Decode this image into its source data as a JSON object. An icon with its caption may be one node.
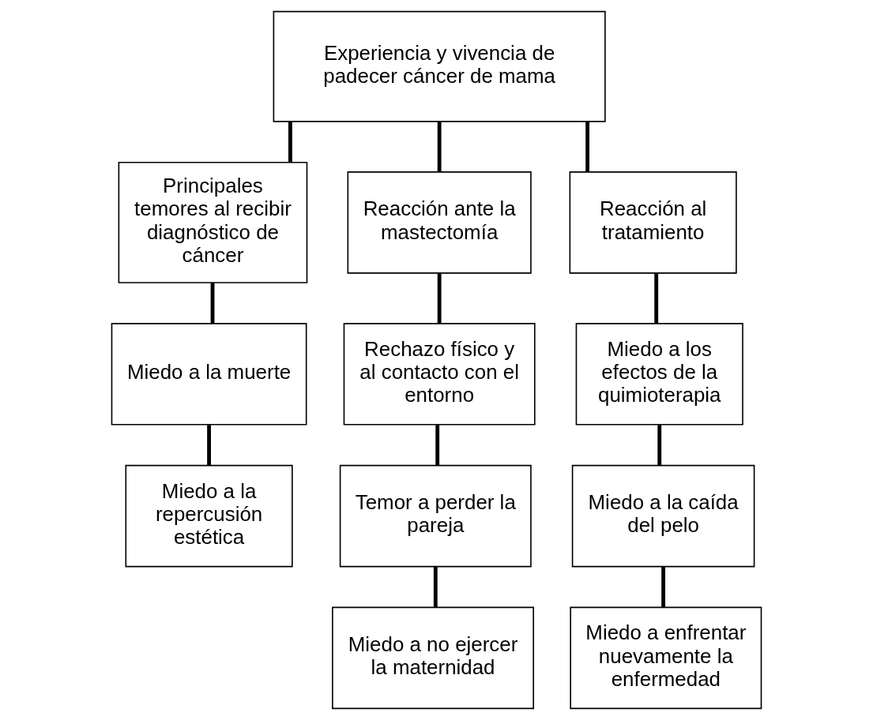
{
  "diagram": {
    "nodes": [
      {
        "text": [
          "Experiencia y vivencia de padecer cáncer de mama"
        ]
      },
      {
        "text": [
          "Principales temores al recibir diagnóstico de cáncer"
        ]
      },
      {
        "text": [
          "Reacción ante la mastectomía"
        ]
      },
      {
        "text": [
          "Reacción al tratamiento"
        ]
      },
      {
        "text": [
          "Miedo a la muerte"
        ]
      },
      {
        "text": [
          "Miedo a la repercusión estética"
        ]
      },
      {
        "text": [
          "Rechazo físico y al contacto con el entorno"
        ]
      },
      {
        "text": [
          "Temor a perder la pareja"
        ]
      },
      {
        "text": [
          "Miedo a no ejercer la maternidad"
        ]
      },
      {
        "text": [
          "Miedo a los efectos de la quimioterapia"
        ]
      },
      {
        "text": [
          "Miedo a la caída del pelo"
        ]
      },
      {
        "text": [
          "Miedo a enfrentar nuevamente la enfermedad"
        ]
      }
    ],
    "edges": [
      {
        "from": 0,
        "to": 1,
        "arrow": "none"
      },
      {
        "from": 0,
        "to": 2,
        "arrow": "none"
      },
      {
        "from": 0,
        "to": 3,
        "arrow": "none"
      },
      {
        "from": 1,
        "to": 4,
        "arrow": "none"
      },
      {
        "from": 4,
        "to": 5,
        "arrow": "none"
      },
      {
        "from": 2,
        "to": 6,
        "arrow": "none"
      },
      {
        "from": 6,
        "to": 7,
        "arrow": "none"
      },
      {
        "from": 7,
        "to": 8,
        "arrow": "none"
      },
      {
        "from": 3,
        "to": 9,
        "arrow": "none"
      },
      {
        "from": 9,
        "to": 10,
        "arrow": "none"
      },
      {
        "from": 10,
        "to": 11,
        "arrow": "none"
      }
    ]
  }
}
